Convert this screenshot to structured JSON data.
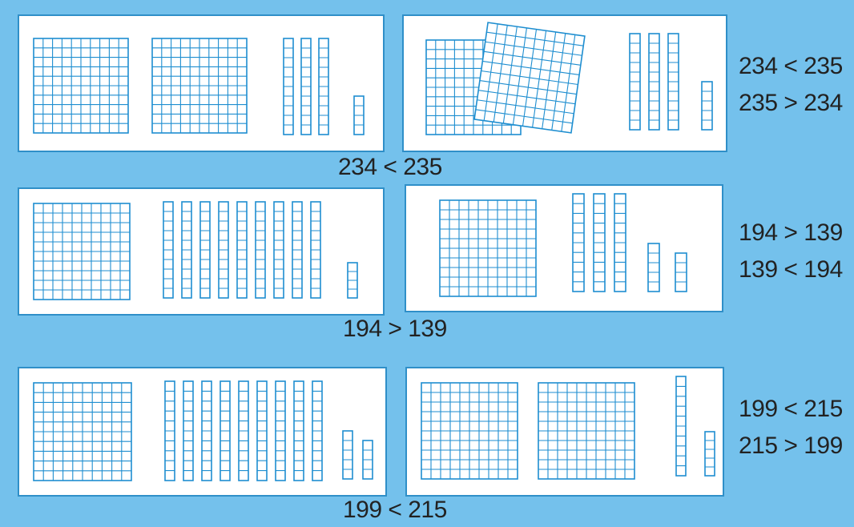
{
  "colors": {
    "background": "#74c1ec",
    "panel": "#ffffff",
    "grid": "#1e8ed0"
  },
  "rows": [
    {
      "caption": "234 < 235",
      "side": [
        "234 < 235",
        "235 > 234"
      ],
      "left": {
        "hundreds": 2,
        "tens": 3,
        "ones": 4
      },
      "right": {
        "hundreds": 2,
        "tens": 3,
        "ones": 5
      }
    },
    {
      "caption": "194 > 139",
      "side": [
        "194 > 139",
        "139 < 194"
      ],
      "left": {
        "hundreds": 1,
        "tens": 9,
        "ones": 4
      },
      "right": {
        "hundreds": 1,
        "tens": 3,
        "ones": 9
      }
    },
    {
      "caption": "199 < 215",
      "side": [
        "199 < 215",
        "215 > 199"
      ],
      "left": {
        "hundreds": 1,
        "tens": 9,
        "ones": 9
      },
      "right": {
        "hundreds": 2,
        "tens": 1,
        "ones": 5
      }
    }
  ]
}
